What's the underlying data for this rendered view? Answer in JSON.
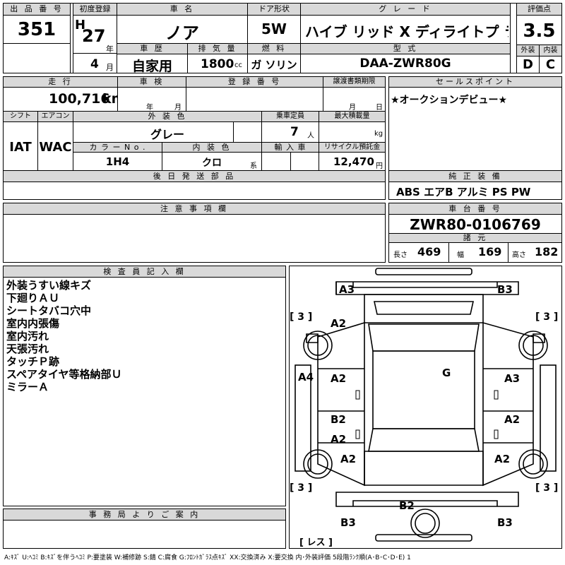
{
  "header": {
    "lot_no_label": "出 品 番 号",
    "lot_no": "351",
    "first_reg_label": "初度登録",
    "era": "H",
    "year": "27",
    "year_unit": "年",
    "month": "4",
    "month_unit": "月",
    "car_name_label": "車 名",
    "car_name": "ノア",
    "door_label": "ドア形状",
    "door": "5W",
    "grade_label": "グ レ ー ド",
    "grade": "ハイブ リッド X  ディライトプ ラス",
    "score_label": "評価点",
    "score": "3.5",
    "history_label": "車 歴",
    "history": "自家用",
    "displacement_label": "排 気 量",
    "displacement": "1800",
    "displacement_unit": "cc",
    "fuel_label": "燃 料",
    "fuel": "ガ ソリン",
    "model_label": "型 式",
    "model": "DAA-ZWR80G",
    "ext_label": "外装",
    "ext": "D",
    "int_label": "内装",
    "int": "C"
  },
  "row2": {
    "mileage_label": "走 行",
    "mileage": "100,716",
    "mileage_unit": "km",
    "inspection_label": "車 検",
    "insp_year": "年",
    "insp_month": "月",
    "regno_label": "登 録 番 号",
    "transfer_label": "譲渡書類期限",
    "transfer_month": "月",
    "transfer_day": "日",
    "shift_label": "シフト",
    "shift": "IAT",
    "ac_label": "エアコン",
    "ac": "WAC",
    "color_label": "外 装 色",
    "color": "グレー",
    "capacity_label": "乗車定員",
    "capacity": "7",
    "capacity_unit": "人",
    "load_label": "最大積載量",
    "load_unit": "kg",
    "color_no_label": "カ ラ ー N o .",
    "color_no": "1H4",
    "int_color_label": "内 装 色",
    "int_color": "クロ",
    "int_color_unit": "系",
    "import_label": "輸 入 車",
    "recycle_label": "リサイクル預託金",
    "recycle": "12,470",
    "recycle_unit": "円",
    "later_parts_label": "後 日 発 送 部 品"
  },
  "sales": {
    "label": "セールスポイント",
    "text": "★オークションデビュー★",
    "equip_label": "純 正 装 備",
    "equip": "ABS エアB アルミ PS PW"
  },
  "notes": {
    "label": "注 意 事 項 欄"
  },
  "chassis": {
    "label": "車 台 番 号",
    "number": "ZWR80-0106769",
    "spec_label": "諸 元",
    "length_label": "長さ",
    "length": "469",
    "width_label": "幅",
    "width": "169",
    "height_label": "高さ",
    "height": "182"
  },
  "inspector": {
    "label": "検 査 員 記 入 欄",
    "remarks": [
      "外装うすい線キズ",
      "下廻りＡＵ",
      "シートタバコ穴中",
      "室内内張傷",
      "室内汚れ",
      "天張汚れ",
      "タッチＰ跡",
      "スペアタイヤ等格納部Ｕ",
      "ミラーＡ"
    ]
  },
  "office": {
    "label": "事 務 局 よ り ご 案 内"
  },
  "diagram": {
    "tl": "A3",
    "tr": "B3",
    "l1": "A2",
    "g": "G",
    "left_mid": "A4",
    "l2": "A2",
    "r2": "A3",
    "l3a": "B2",
    "l3b": "A2",
    "r3": "A2",
    "l4": "A2",
    "r4": "A2",
    "rear": "B2",
    "bl": "B3",
    "br": "B3",
    "tire": "3",
    "spare": "レス"
  },
  "legend": "A:ｷｽﾞ U:ﾍｺﾐ B:ｷｽﾞを伴うﾍｺﾐ P:要塗装 W:補修跡 S:錆 C:腐食 G:ﾌﾛﾝﾄｶﾞﾗｽ点ｷｽﾞ XX:交換済み X:要交換 内･外装評価 5段階ﾗﾝｸ順(A･B･C･D･E) 1"
}
